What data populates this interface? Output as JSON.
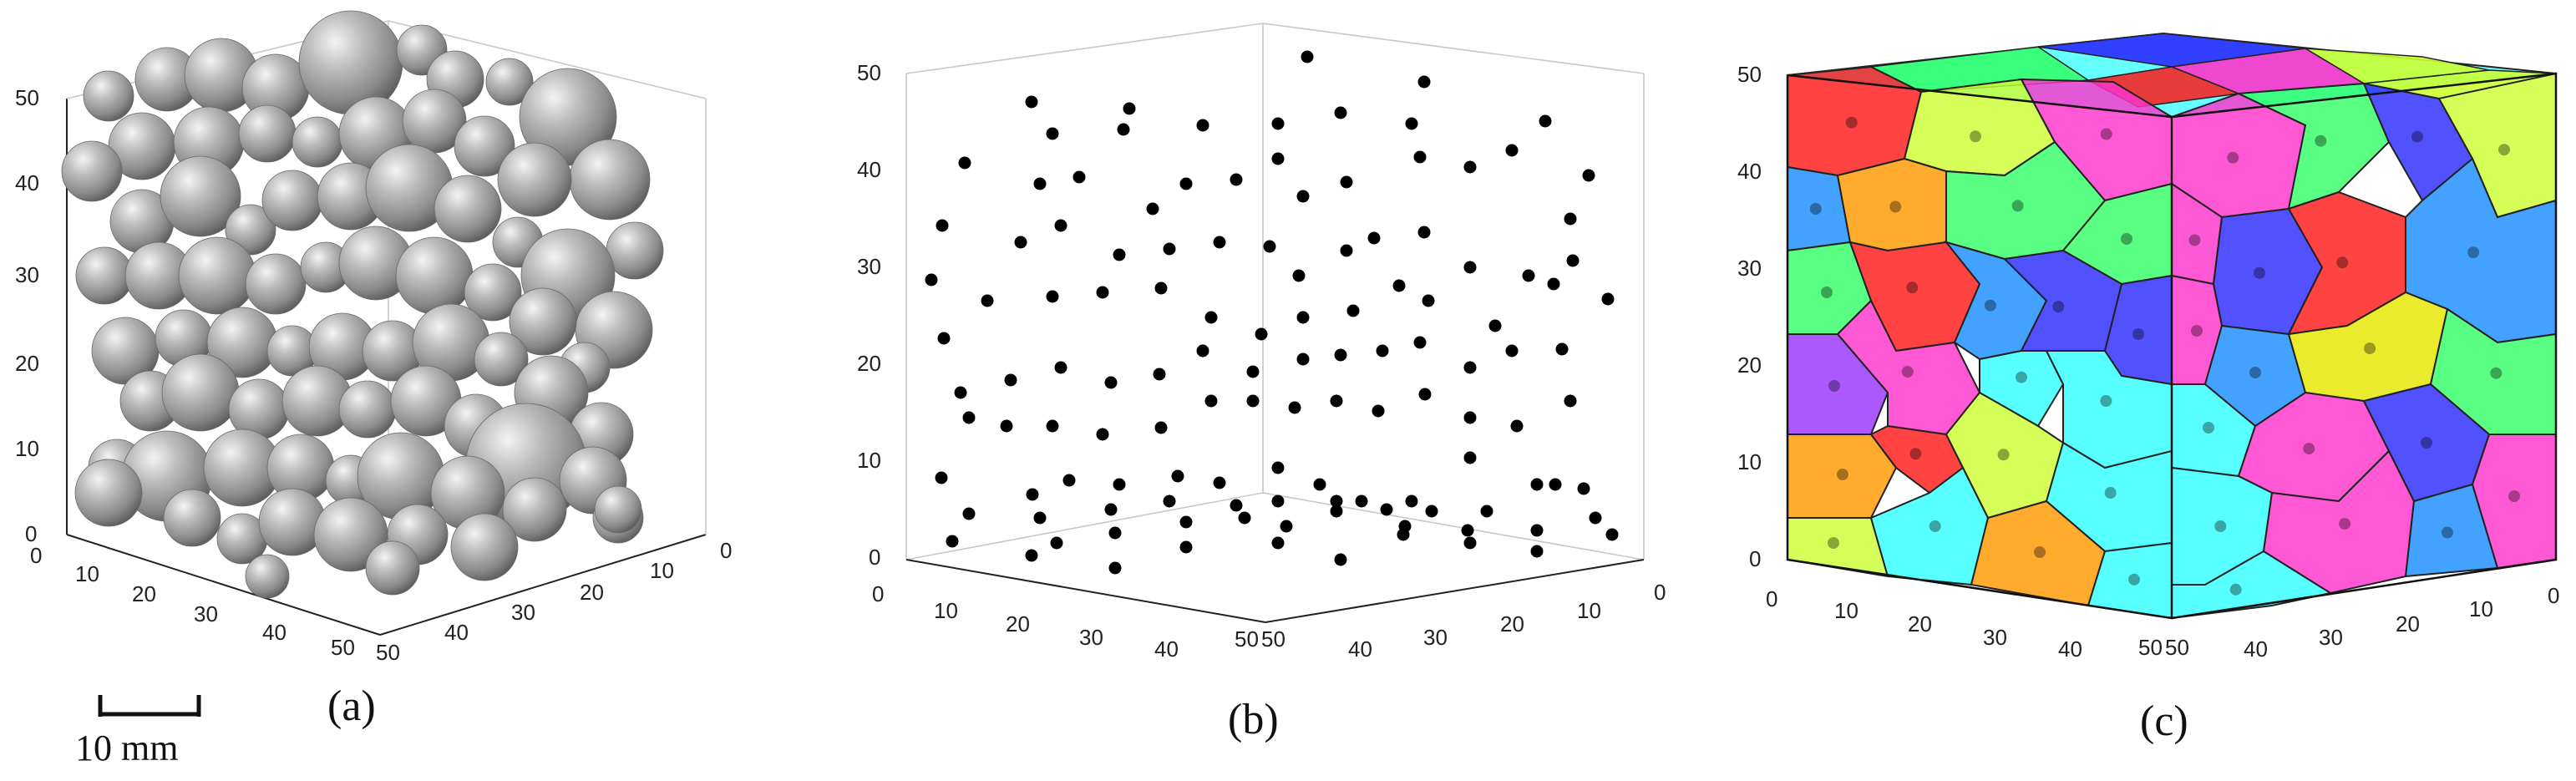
{
  "figure": {
    "panels": [
      {
        "id": "a",
        "label": "(a)",
        "ticks": {
          "z": [
            "0",
            "10",
            "20",
            "30",
            "40",
            "50"
          ],
          "x": [
            "0",
            "10",
            "20",
            "30",
            "40",
            "50"
          ],
          "y": [
            "0",
            "10",
            "20",
            "30",
            "40",
            "50"
          ]
        }
      },
      {
        "id": "b",
        "label": "(b)",
        "ticks": {
          "z": [
            "0",
            "10",
            "20",
            "30",
            "40",
            "50"
          ],
          "x": [
            "0",
            "10",
            "20",
            "30",
            "40",
            "50"
          ],
          "y": [
            "0",
            "10",
            "20",
            "30",
            "40",
            "50"
          ]
        }
      },
      {
        "id": "c",
        "label": "(c)",
        "ticks": {
          "z": [
            "0",
            "10",
            "20",
            "30",
            "40",
            "50"
          ],
          "x": [
            "0",
            "10",
            "20",
            "30",
            "40",
            "50"
          ],
          "y": [
            "0",
            "10",
            "20",
            "30",
            "40",
            "50"
          ]
        }
      }
    ],
    "scale_bar": {
      "label": "10 mm"
    },
    "colors": {
      "sphere": "#a8a8a8",
      "point": "#000000",
      "cells": [
        "#ff1a1a",
        "#ff9900",
        "#ccff33",
        "#33ff66",
        "#1a8cff",
        "#2b2bff",
        "#9933ff",
        "#ff33cc",
        "#33ffff",
        "#e6e600"
      ]
    }
  }
}
